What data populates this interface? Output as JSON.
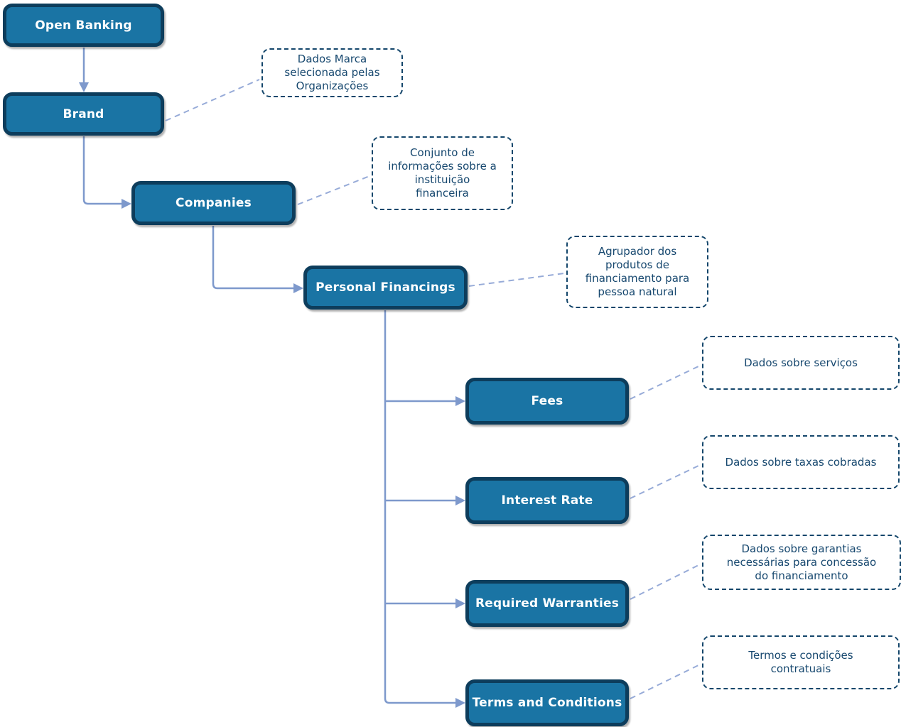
{
  "theme": {
    "node-fill": "#1a74a4",
    "node-border": "#0d3d5c",
    "node-text": "#ffffff",
    "annotation-border": "#14466b",
    "annotation-text": "#17486f",
    "connector": "#7e99cc",
    "connector-dashed": "#97abd8",
    "bg": "#ffffff"
  },
  "nodes": {
    "open_banking": {
      "label": "Open Banking"
    },
    "brand": {
      "label": "Brand"
    },
    "companies": {
      "label": "Companies"
    },
    "personal_financings": {
      "label": "Personal Financings"
    },
    "fees": {
      "label": "Fees"
    },
    "interest_rate": {
      "label": "Interest Rate"
    },
    "required_warranties": {
      "label": "Required Warranties"
    },
    "terms_and_conditions": {
      "label": "Terms and Conditions"
    }
  },
  "annotations": {
    "brand": {
      "text": "Dados Marca\nselecionada pelas\nOrganizações"
    },
    "companies": {
      "text": "Conjunto de\ninformações sobre a\ninstituição\nfinanceira"
    },
    "personal_financings": {
      "text": "Agrupador dos\nprodutos de\nfinanciamento para\npessoa natural"
    },
    "fees": {
      "text": "Dados sobre serviços"
    },
    "interest_rate": {
      "text": "Dados sobre taxas cobradas"
    },
    "required_warranties": {
      "text": "Dados sobre garantias\nnecessárias para concessão\ndo financiamento"
    },
    "terms_and_conditions": {
      "text": "Termos e condições\ncontratuais"
    }
  }
}
